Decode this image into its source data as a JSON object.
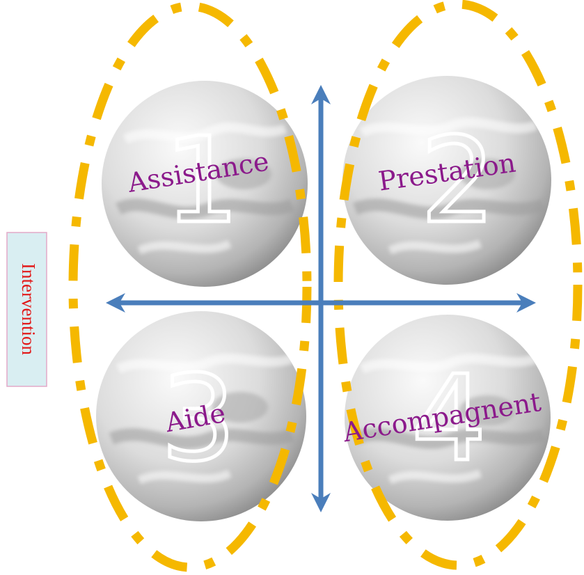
{
  "colors": {
    "background": "#ffffff",
    "ellipse_dash": "#f5b800",
    "axis_arrow": "#4a7ebb",
    "globe_light": "#ededed",
    "globe_dark": "#8e8e8e",
    "quadrant_text": "#8b1a8b",
    "number_outline": "#ffffff",
    "side_box_fill": "#d9eef2",
    "side_box_border": "#e3a9c8",
    "side_text": "#e21a1a"
  },
  "side_label": {
    "text": "Intervention"
  },
  "quadrants": [
    {
      "number": "1",
      "label": "Assistance",
      "icon": "globe-icon"
    },
    {
      "number": "2",
      "label": "Prestation",
      "icon": "globe-icon"
    },
    {
      "number": "3",
      "label": "Aide",
      "icon": "globe-icon"
    },
    {
      "number": "4",
      "label": "Accompagnent",
      "icon": "globe-icon"
    }
  ],
  "axes": {
    "horizontal": "double-arrow",
    "vertical": "double-arrow"
  }
}
